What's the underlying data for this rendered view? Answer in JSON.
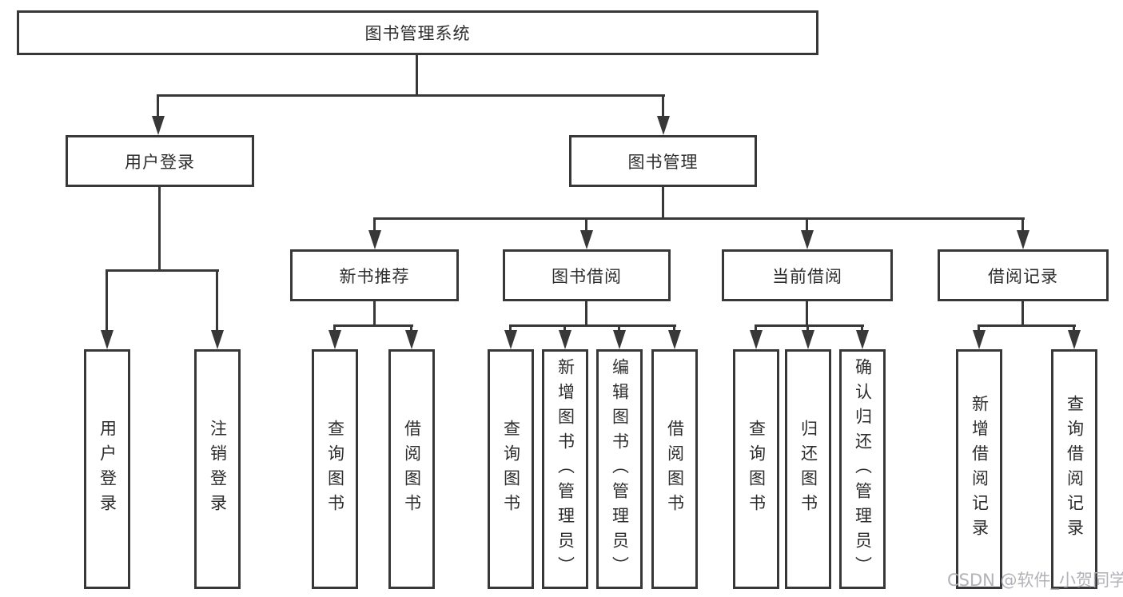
{
  "diagram": {
    "title": "图书管理系统",
    "branches": [
      {
        "label": "用户登录",
        "children": [
          {
            "label": "用户登录"
          },
          {
            "label": "注销登录"
          }
        ]
      },
      {
        "label": "图书管理",
        "children": [
          {
            "label": "新书推荐",
            "children": [
              {
                "label": "查询图书"
              },
              {
                "label": "借阅图书"
              }
            ]
          },
          {
            "label": "图书借阅",
            "children": [
              {
                "label": "查询图书"
              },
              {
                "label": "新增图书（管理员）"
              },
              {
                "label": "编辑图书（管理员）"
              },
              {
                "label": "借阅图书"
              }
            ]
          },
          {
            "label": "当前借阅",
            "children": [
              {
                "label": "查询图书"
              },
              {
                "label": "归还图书"
              },
              {
                "label": "确认归还（管理员）"
              }
            ]
          },
          {
            "label": "借阅记录",
            "children": [
              {
                "label": "新增借阅记录"
              },
              {
                "label": "查询借阅记录"
              }
            ]
          }
        ]
      }
    ]
  },
  "watermark": {
    "text": "CSDN @软件_小贺同学",
    "color": "#b2b2b8"
  },
  "colors": {
    "line": "#383838",
    "text": "#2d2d2d",
    "background": "#ffffff"
  }
}
